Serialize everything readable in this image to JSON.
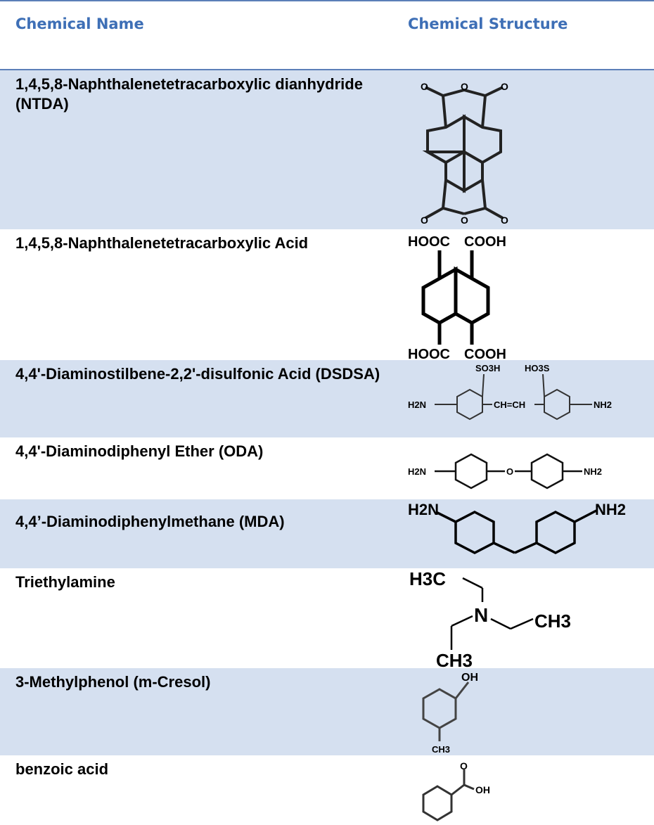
{
  "header": {
    "col_name": "Chemical Name",
    "col_structure": "Chemical Structure"
  },
  "rows": [
    {
      "name": "1,4,5,8-Naphthalenetetracarboxylic dianhydride (NTDA)",
      "structure_labels": [
        "O",
        "O",
        "O",
        "O",
        "O",
        "O"
      ]
    },
    {
      "name": "1,4,5,8-Naphthalenetetracarboxylic Acid",
      "structure_labels": [
        "HOOC",
        "COOH",
        "HOOC",
        "COOH"
      ]
    },
    {
      "name": "4,4'-Diaminostilbene-2,2'-disulfonic Acid (DSDSA)",
      "structure_labels": [
        "SO3H",
        "HO3S",
        "H2N",
        "CH=CH",
        "NH2"
      ]
    },
    {
      "name": "4,4'-Diaminodiphenyl Ether (ODA)",
      "structure_labels": [
        "H2N",
        "O",
        "NH2"
      ]
    },
    {
      "name": "4,4’-Diaminodiphenylmethane (MDA)",
      "structure_labels": [
        "H2N",
        "NH2"
      ]
    },
    {
      "name": "Triethylamine",
      "structure_labels": [
        "H3C",
        "N",
        "CH3",
        "CH3"
      ]
    },
    {
      "name": "3-Methylphenol (m-Cresol)",
      "structure_labels": [
        "OH",
        "CH3"
      ]
    },
    {
      "name": "benzoic acid",
      "structure_labels": [
        "O",
        "OH"
      ]
    }
  ]
}
